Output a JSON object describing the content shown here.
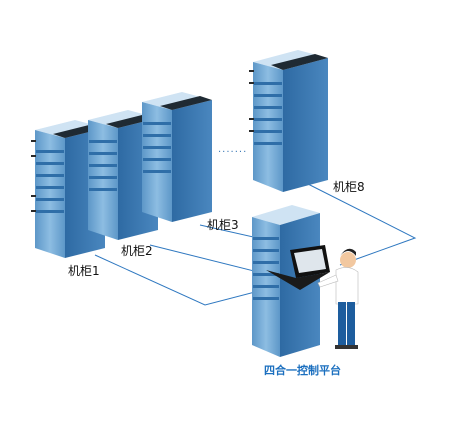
{
  "cabinets": [
    {
      "id": "1",
      "label": "机柜1"
    },
    {
      "id": "2",
      "label": "机柜2"
    },
    {
      "id": "3",
      "label": "机柜3"
    },
    {
      "id": "8",
      "label": "机柜8"
    }
  ],
  "ellipsis": ".......",
  "platform": {
    "label": "四合一控制平台"
  },
  "colors": {
    "rack_front": "#6fa3cf",
    "rack_side": "#3e7bb3",
    "rack_top": "#cfe3f3",
    "rack_head": "#1f2a33",
    "link_line": "#2f78c0",
    "platform_text": "#1b6fbf"
  }
}
